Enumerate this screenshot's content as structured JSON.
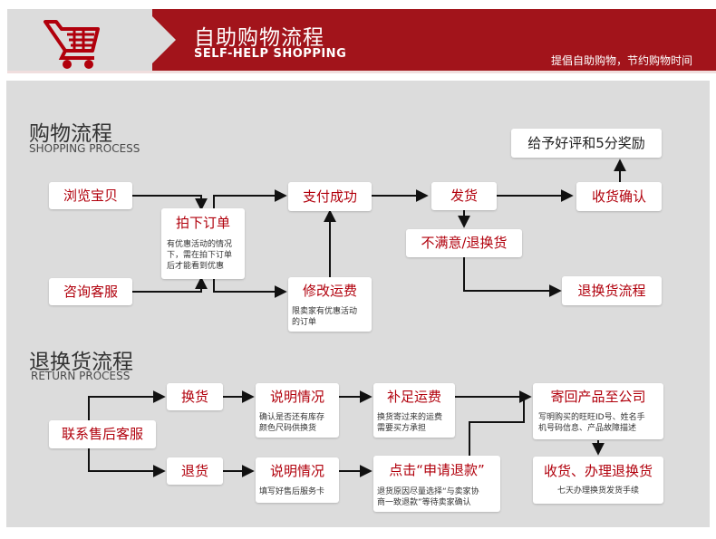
{
  "header": {
    "title": "自助购物流程",
    "subtitle": "SELF-HELP SHOPPING",
    "slogan": "提倡自助购物，节约购物时间"
  },
  "colors": {
    "brand": "#a2141b",
    "text_red": "#b1000c",
    "panel": "#dcdcdc"
  },
  "shopping": {
    "title": "购物流程",
    "subtitle": "SHOPPING PROCESS",
    "browse": "浏览宝贝",
    "consult": "咨询客服",
    "order": "拍下订单",
    "order_note": [
      "有优惠活动的情况",
      "下，需在拍下订单",
      "后才能看到优惠"
    ],
    "pay": "支付成功",
    "modify": "修改运费",
    "modify_note": [
      "限卖家有优惠活动",
      "的订单"
    ],
    "ship": "发货",
    "unsatisfied": "不满意/退换货",
    "receive": "收货确认",
    "review": "给予好评和5分奖励",
    "return_flow": "退换货流程"
  },
  "returns": {
    "title": "退换货流程",
    "subtitle": "RETURN PROCESS",
    "contact": "联系售后客服",
    "exchange": "换货",
    "refund": "退货",
    "explain_top": "说明情况",
    "explain_top_note": [
      "确认是否还有库存",
      "颜色尺码供换货"
    ],
    "explain_bottom": "说明情况",
    "explain_bottom_note": [
      "填写好售后服务卡"
    ],
    "shipping_top": "补足运费",
    "shipping_top_note": [
      "换货寄过来的运费",
      "需要买方承担"
    ],
    "apply_refund": "点击“申请退款”",
    "apply_refund_note": [
      "退货原因尽量选择“与卖家协",
      "商一致退款”等待卖家确认"
    ],
    "send_back": "寄回产品至公司",
    "send_back_note": [
      "写明购买的旺旺ID号、姓名手",
      "机号码信息、产品故障描述"
    ],
    "process": "收货、办理退换货",
    "process_note": [
      "七天办理换货发货手续"
    ]
  }
}
